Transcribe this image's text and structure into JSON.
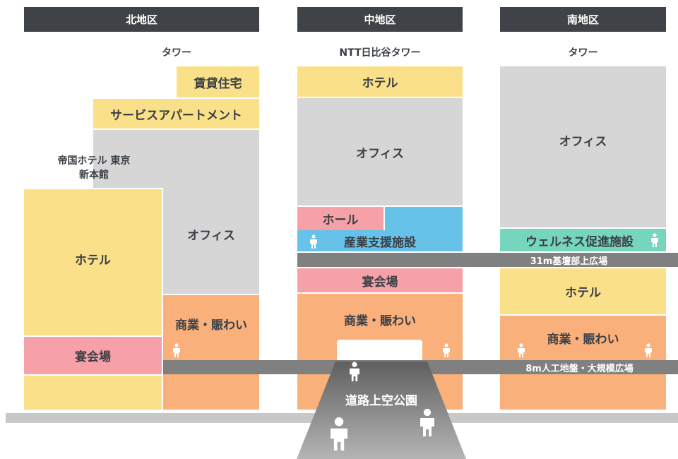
{
  "districts": {
    "north": {
      "header": "北地区",
      "tower_label": "タワー",
      "rental_housing": "賃貸住宅",
      "serviced_apartment": "サービスアパートメント",
      "imperial_hotel_label": "帝国ホテル 東京\n新本館",
      "office": "オフィス",
      "hotel": "ホテル",
      "commercial": "商業・賑わい",
      "banquet": "宴会場"
    },
    "central": {
      "header": "中地区",
      "tower_label": "NTT日比谷タワー",
      "hotel": "ホテル",
      "office": "オフィス",
      "hall": "ホール",
      "industry_support": "産業支援施設",
      "banquet": "宴会場",
      "commercial": "商業・賑わい"
    },
    "south": {
      "header": "南地区",
      "tower_label": "タワー",
      "office": "オフィス",
      "wellness": "ウェルネス促進施設",
      "hotel": "ホテル",
      "commercial": "商業・賑わい"
    }
  },
  "bands": {
    "podium_plaza": "31m基壇部上広場",
    "artificial_ground": "8m人工地盤・大規模広場"
  },
  "road_plaza": "道路上空公園",
  "colors": {
    "header": "#3f4246",
    "yellow": "#fbe08a",
    "gray": "#d6d6d6",
    "orange": "#f9b07a",
    "pink": "#f6a0a8",
    "blue": "#66c2e8",
    "teal": "#76d6bd",
    "band": "#808080",
    "road": "#6b6b6b"
  },
  "icons": [
    "person-icon"
  ]
}
